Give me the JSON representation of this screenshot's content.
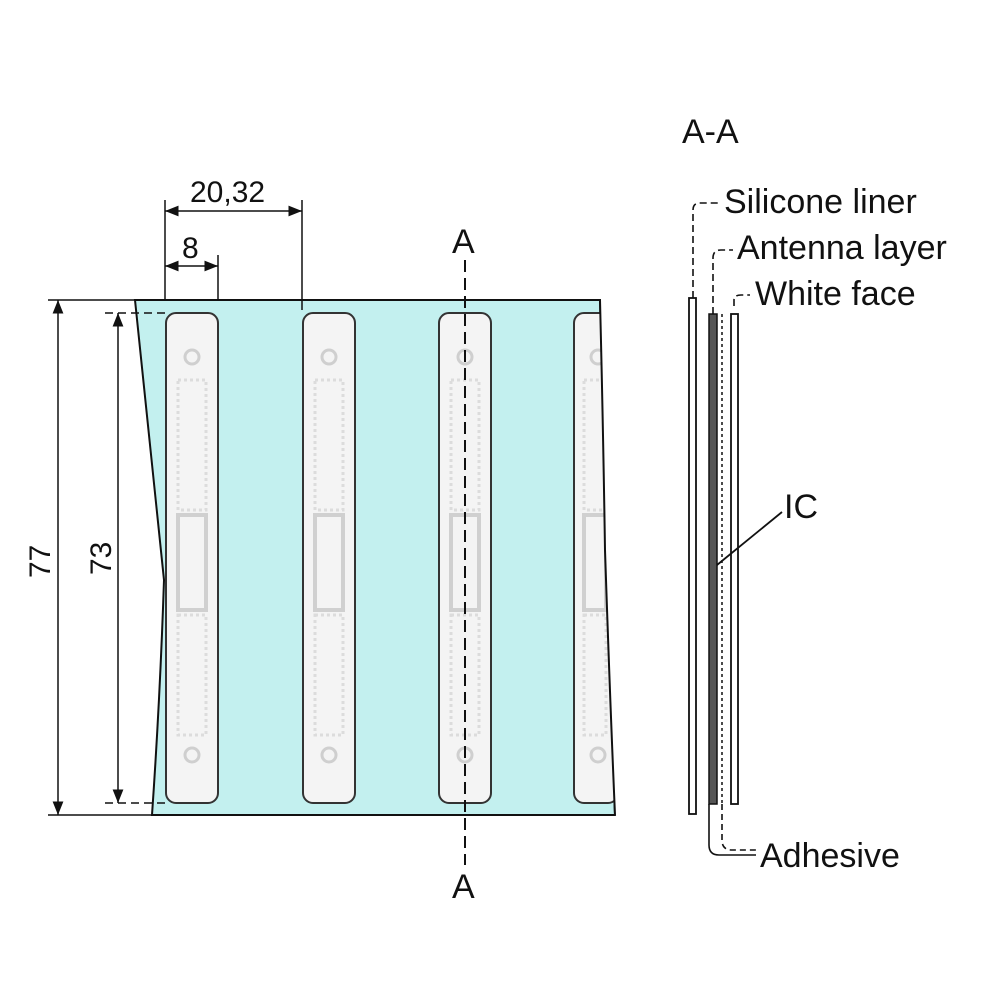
{
  "section_title": "A-A",
  "section_marker": "A",
  "dimensions": {
    "pitch": "20,32",
    "strip_width": "8",
    "total_height": "77",
    "inlay_height": "73"
  },
  "layers": {
    "silicone_liner": "Silicone liner",
    "antenna_layer": "Antenna layer",
    "white_face": "White face",
    "ic": "IC",
    "adhesive": "Adhesive"
  },
  "colors": {
    "liner": "#c3f0ef",
    "inlay_face": "#f4f4f4",
    "line": "#111111"
  }
}
